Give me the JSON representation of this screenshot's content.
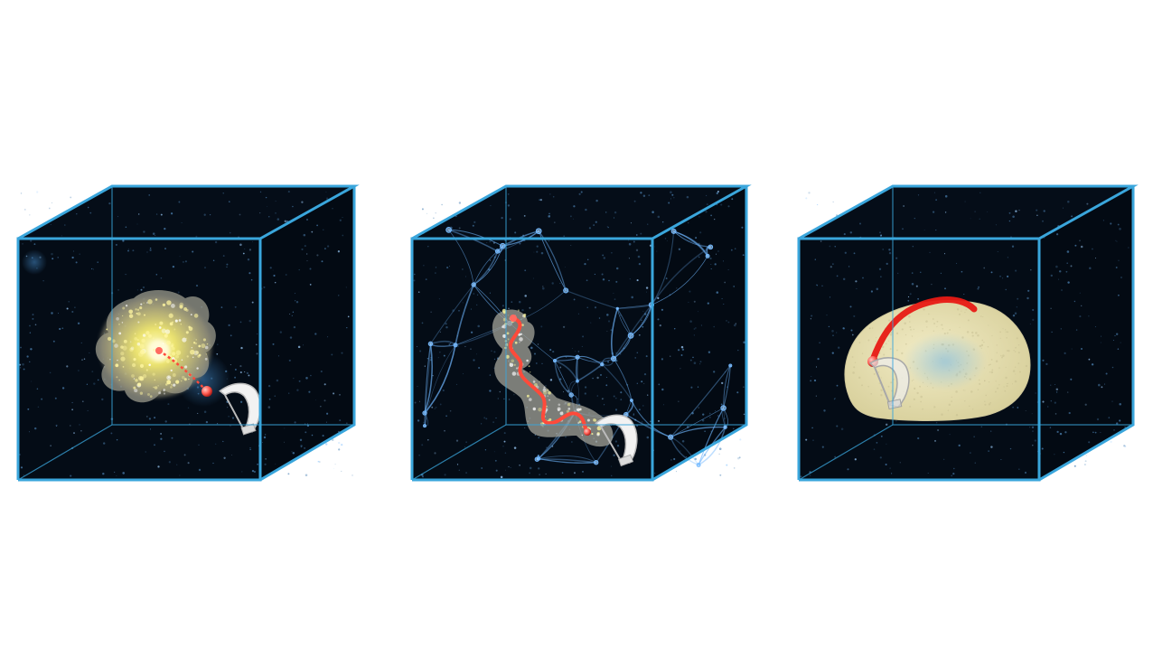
{
  "figure": {
    "background": "#ffffff",
    "frame_color": "#3aa6dc",
    "panels": [
      {
        "id": "dense-halo",
        "content": "yellow-halo-cloud",
        "path_color": "#ff4a3a",
        "has_filaments": false
      },
      {
        "id": "cosmic-web",
        "content": "filament-network",
        "path_color": "#ff4a3a",
        "has_filaments": true
      },
      {
        "id": "smooth-blob",
        "content": "smooth-beige-blob",
        "path_color": "#e81a14",
        "has_filaments": false
      }
    ],
    "colors": {
      "cube_inside": "#040c16",
      "halo_yellow": "#f3ea6e",
      "halo_gray": "#9a9a8c",
      "filament_blue": "#6fb7ff",
      "blob_beige": "#e9e2b4",
      "blob_core": "#7fb3c8",
      "detector": "#e7e7e7"
    },
    "icons": [
      "detector-icon",
      "sphere-marker-icon"
    ]
  }
}
